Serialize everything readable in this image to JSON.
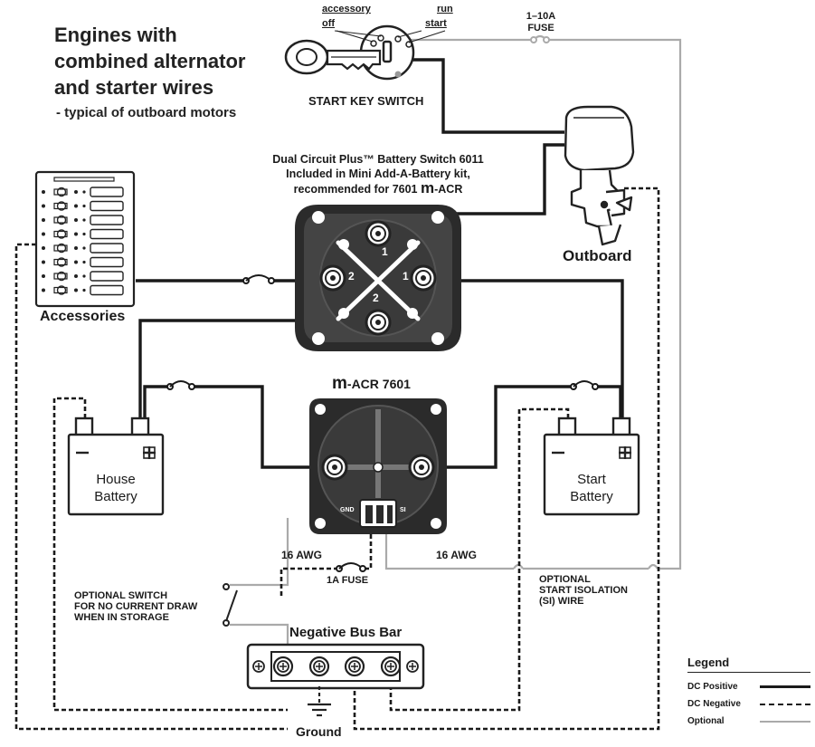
{
  "title": {
    "line1": "Engines with",
    "line2": "combined alternator",
    "line3": "and starter wires",
    "subtitle": "- typical of outboard motors"
  },
  "key_switch": {
    "label": "START KEY SWITCH",
    "pos_accessory": "accessory",
    "pos_off": "off",
    "pos_run": "run",
    "pos_start": "start"
  },
  "fuse_top": {
    "line1": "1–10A",
    "line2": "FUSE"
  },
  "outboard": {
    "label": "Outboard"
  },
  "battery_switch": {
    "line1": "Dual Circuit Plus™ Battery Switch 6011",
    "line2": "Included in Mini Add-A-Battery kit,",
    "line3_prefix": "recommended for 7601 ",
    "line3_m": "m",
    "line3_suffix": "-ACR",
    "term_1": "1",
    "term_2": "2"
  },
  "accessories": {
    "label": "Accessories"
  },
  "macr": {
    "m": "m",
    "label": "-ACR 7601",
    "gnd": "GND",
    "si": "SI"
  },
  "house_battery": {
    "line1": "House",
    "line2": "Battery"
  },
  "start_battery": {
    "line1": "Start",
    "line2": "Battery"
  },
  "wire_labels": {
    "awg_left": "16 AWG",
    "awg_right": "16 AWG",
    "fuse_1a": "1A FUSE"
  },
  "optional_switch": {
    "line1": "OPTIONAL SWITCH",
    "line2": "FOR NO CURRENT DRAW",
    "line3": "WHEN IN STORAGE"
  },
  "optional_si": {
    "line1": "OPTIONAL",
    "line2": "START ISOLATION",
    "line3": "(SI) WIRE"
  },
  "bus_bar": {
    "label": "Negative Bus Bar"
  },
  "ground": {
    "label": "Ground"
  },
  "legend": {
    "title": "Legend",
    "items": [
      {
        "label": "DC Positive",
        "style": "solid",
        "color": "#1a1a1a"
      },
      {
        "label": "DC Negative",
        "style": "dashed",
        "color": "#1a1a1a"
      },
      {
        "label": "Optional",
        "style": "solid",
        "color": "#aaaaaa"
      }
    ]
  },
  "colors": {
    "positive": "#1a1a1a",
    "negative": "#1a1a1a",
    "optional": "#aaaaaa",
    "device_dark": "#2b2b2b"
  }
}
